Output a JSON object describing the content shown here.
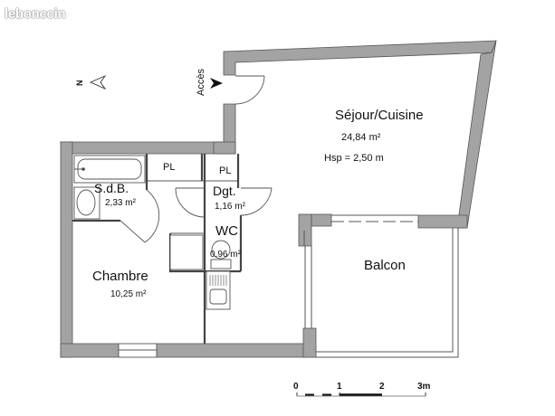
{
  "watermark": {
    "logo_text": "lebonccin"
  },
  "compass": {
    "label": "N",
    "icon": "north-arrow-icon"
  },
  "entrance": {
    "label": "Accès",
    "icon": "arrow-right-icon"
  },
  "rooms": [
    {
      "id": "sejour",
      "name": "Séjour/Cuisine",
      "area": "24,84 m²",
      "extra": "Hsp = 2,50 m"
    },
    {
      "id": "sdb",
      "name": "S.d.B.",
      "area": "2,33 m²"
    },
    {
      "id": "pl1",
      "name": "PL"
    },
    {
      "id": "pl2",
      "name": "PL"
    },
    {
      "id": "dgt",
      "name": "Dgt.",
      "area": "1,16 m²"
    },
    {
      "id": "wc",
      "name": "WC",
      "area": "0,96 m²"
    },
    {
      "id": "chambre",
      "name": "Chambre",
      "area": "10,25 m²"
    },
    {
      "id": "balcon",
      "name": "Balcon"
    }
  ],
  "scale_bar": {
    "ticks": [
      "0",
      "1",
      "2",
      "3m"
    ]
  },
  "colors": {
    "wall": "#a3a3a3",
    "wall_stroke": "#555555",
    "text": "#111111"
  }
}
